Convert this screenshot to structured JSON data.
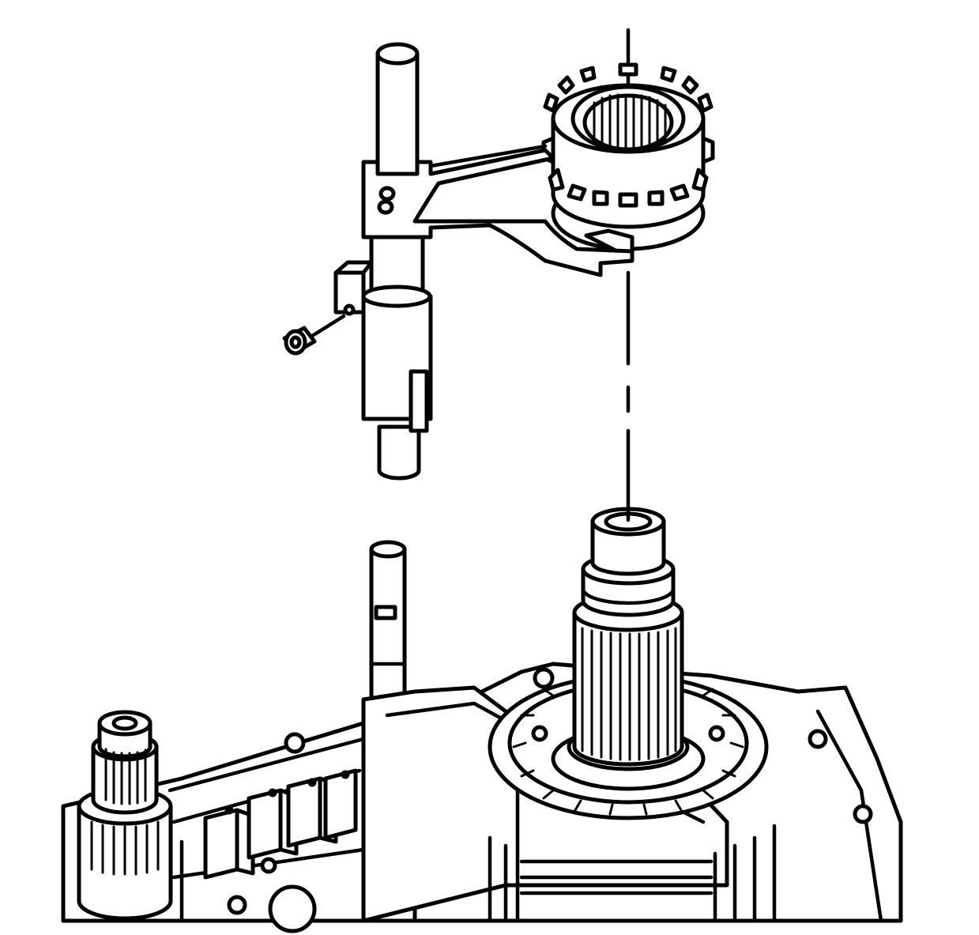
{
  "figure": {
    "background": "#ffffff",
    "ink": "#000000",
    "parts": [
      "upper-shift-rail",
      "shift-fork",
      "shift-lug",
      "lug-setscrew",
      "synchronizer-sleeve",
      "assembly-centerline",
      "lower-shift-rail",
      "output-shaft",
      "transmission-case"
    ]
  }
}
